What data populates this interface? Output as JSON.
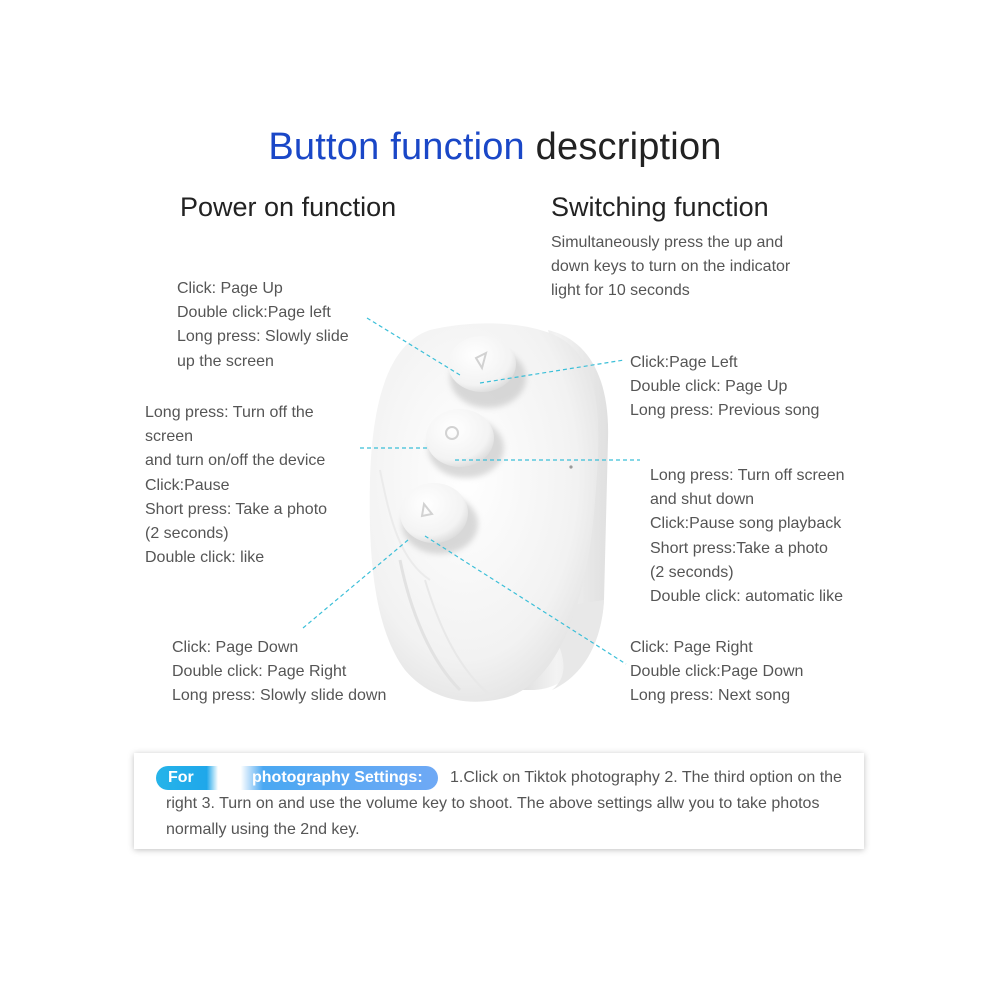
{
  "title": {
    "accent": "Button function",
    "rest": " description"
  },
  "headings": {
    "power": "Power on function",
    "switching": "Switching function"
  },
  "switching_intro": [
    "Simultaneously press the up and",
    "down keys to turn on the indicator",
    "light for 10 seconds"
  ],
  "left_top": [
    "Click: Page Up",
    "Double click:Page left",
    "Long press: Slowly slide",
    "up the screen"
  ],
  "left_mid": [
    "Long press: Turn off the",
    "screen",
    "and turn on/off the device",
    "Click:Pause",
    "Short press: Take a photo",
    "(2 seconds)",
    "Double click: like"
  ],
  "left_bottom": [
    "Click: Page Down",
    "Double click: Page Right",
    "Long press: Slowly slide down"
  ],
  "right_top": [
    "Click:Page Left",
    "Double click: Page Up",
    "Long press: Previous song"
  ],
  "right_mid": [
    "Long press: Turn off screen",
    "and shut down",
    "Click:Pause song playback",
    "Short press:Take a photo",
    "(2 seconds)",
    "Double click: automatic like"
  ],
  "right_bottom": [
    "Click: Page Right",
    "Double click:Page Down",
    "Long press: Next song"
  ],
  "tip": {
    "pill_part1": "For",
    "pill_part2": "photography Settings:",
    "text": "1.Click on Tiktok photography 2. The third option on the right 3. Turn on and use the volume key to shoot. The above settings allw you to take photos normally using the 2nd key."
  },
  "colors": {
    "accent_blue": "#1a47c7",
    "leader_cyan": "#3bbfd8",
    "pill_blue": "#26b4e9"
  },
  "icons": {
    "device": "ring-remote-image",
    "up": "triangle-up-icon",
    "center": "circle-icon",
    "down": "triangle-down-icon"
  }
}
